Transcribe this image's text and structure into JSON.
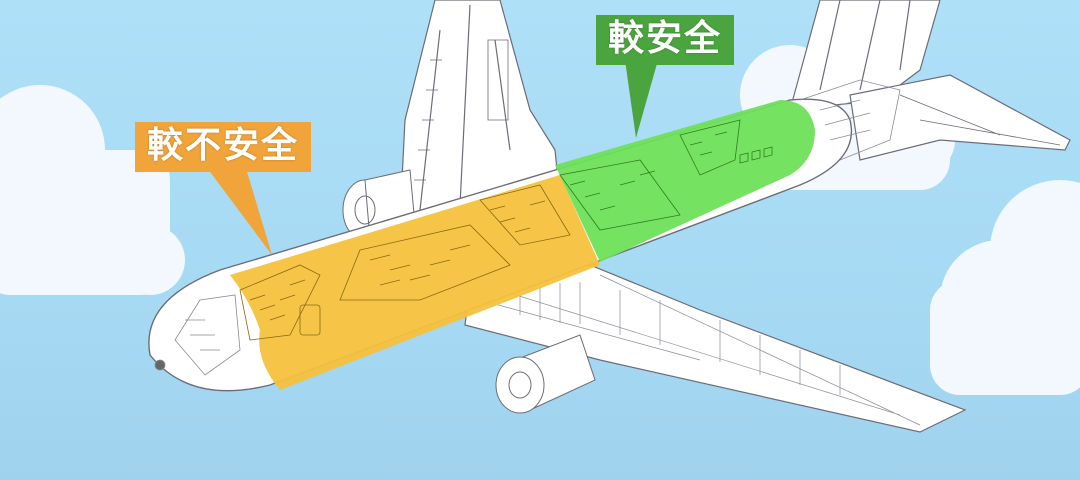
{
  "labels": {
    "less_safe": "較不安全",
    "safer": "較安全"
  },
  "colors": {
    "sky": "#aee0f8",
    "cloud": "#f2f8fd",
    "less_safe_zone": "#f5c13c",
    "less_safe_callout": "#f0a43a",
    "safer_zone": "#6fe05a",
    "safer_callout": "#4ba53f",
    "airplane_body": "#ffffff",
    "outline": "#6c6c78"
  },
  "zones": [
    {
      "id": "front",
      "label": "較不安全",
      "color": "#f5c13c",
      "meaning": "front and mid cabin"
    },
    {
      "id": "rear",
      "label": "較安全",
      "color": "#6fe05a",
      "meaning": "rear cabin"
    }
  ]
}
